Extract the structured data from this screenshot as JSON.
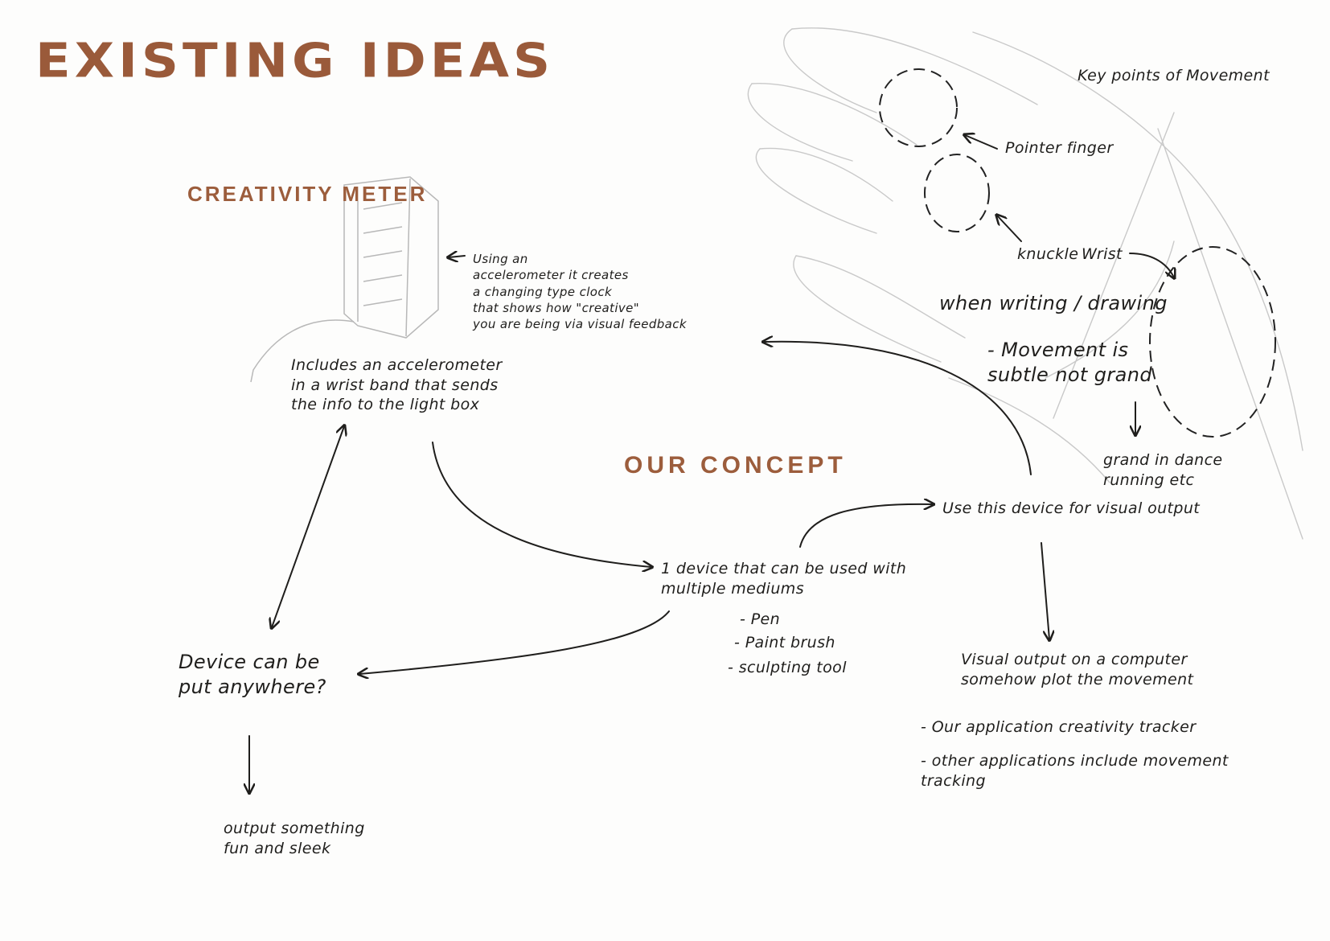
{
  "page_title": "EXISTING IDEAS",
  "creativity_meter": {
    "heading": "CREATIVITY METER",
    "device_note": "Using an\naccelerometer it creates\na changing type clock\nthat shows how \"creative\"\nyou are being via visual feedback",
    "wristband_note": "Includes an accelerometer\nin a wrist band that sends\nthe info to the light box"
  },
  "hand_study": {
    "heading": "Key points of Movement",
    "pointer_finger": "Pointer finger",
    "knuckle": "knuckle",
    "wrist": "Wrist",
    "writing_drawing": "when writing / drawing",
    "movement_subtle": "- Movement is\nsubtle not grand",
    "grand_dance": "grand in dance\nrunning etc"
  },
  "our_concept": {
    "heading": "OUR CONCEPT",
    "device_multiple": "1 device that can be used with\nmultiple mediums",
    "mediums": [
      "- Pen",
      "- Paint brush",
      "- sculpting tool"
    ],
    "visual_output": "Use this device for visual output",
    "computer_output": "Visual output on a computer\nsomehow plot the movement",
    "applications": [
      "- Our application creativity tracker",
      "- other applications include movement\n   tracking"
    ]
  },
  "anywhere": {
    "question": "Device can be\nput anywhere?",
    "output": "output something\nfun and sleek"
  },
  "colors": {
    "ink": "#1f1e1c",
    "heading_brown": "#9c5d3c",
    "pencil": "#bdbdbd"
  }
}
